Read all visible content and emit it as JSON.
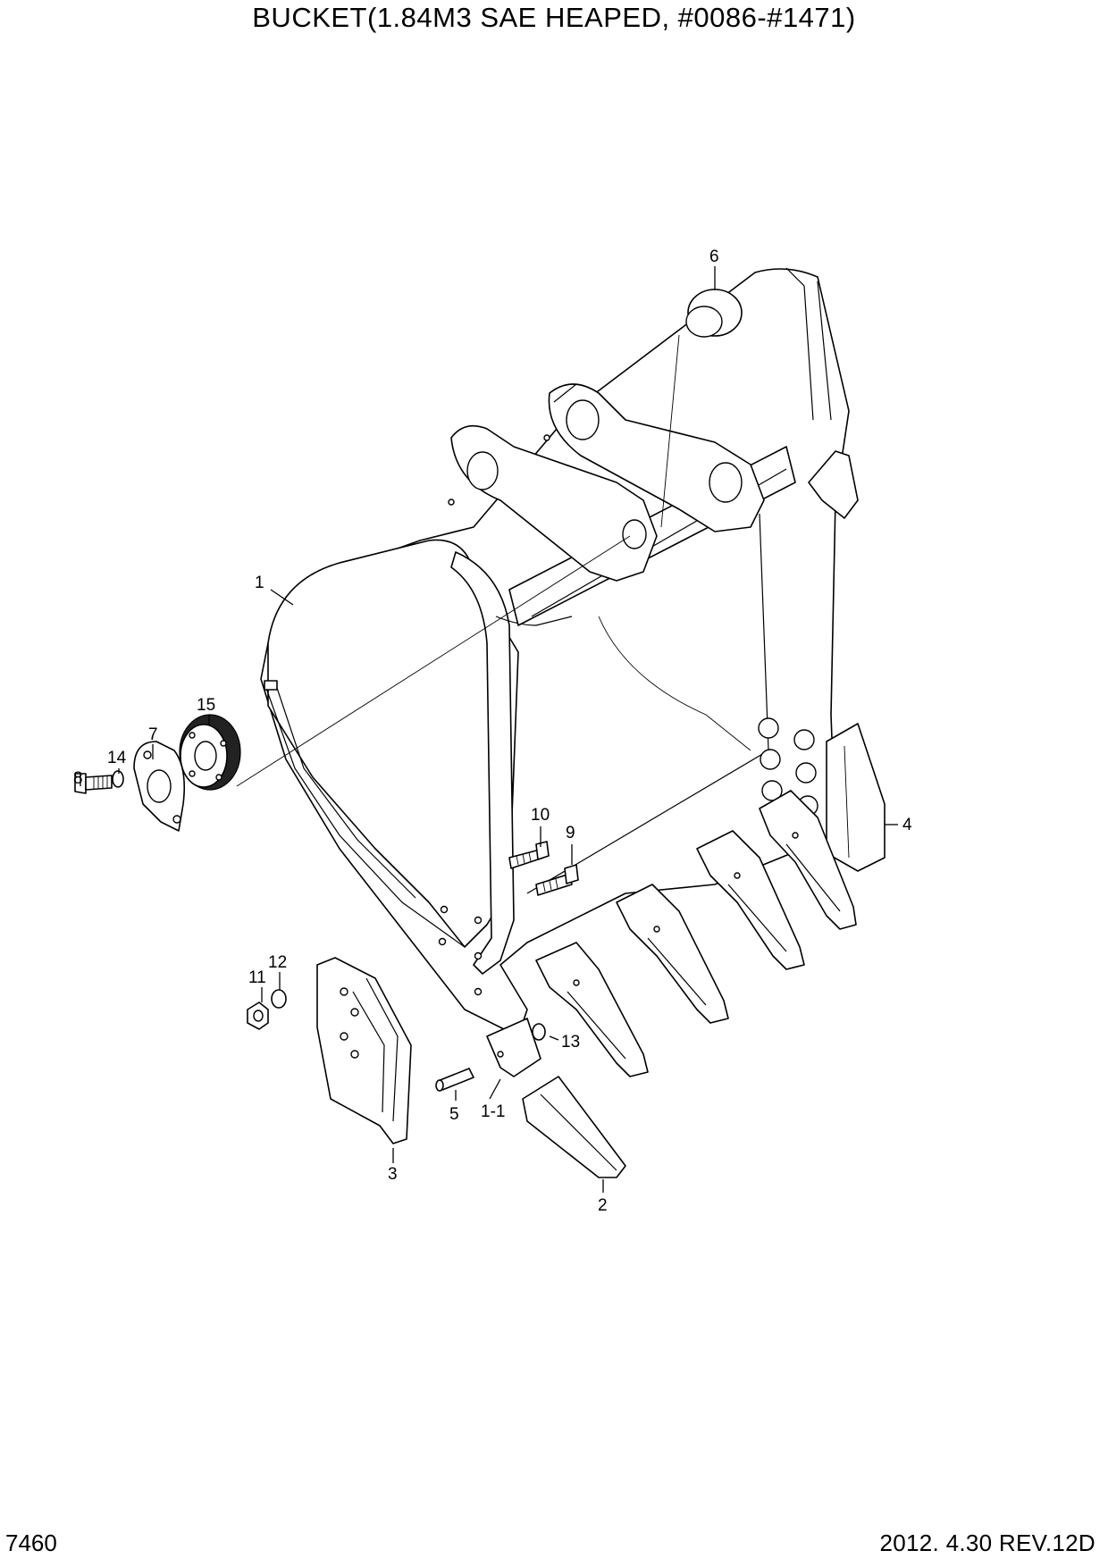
{
  "header": {
    "title": "BUCKET(1.84M3 SAE HEAPED, #0086-#1471)"
  },
  "footer": {
    "page_number": "7460",
    "revision": "2012. 4.30  REV.12D"
  },
  "callouts": [
    {
      "id": "c1",
      "label": "1"
    },
    {
      "id": "c1-1",
      "label": "1-1"
    },
    {
      "id": "c2",
      "label": "2"
    },
    {
      "id": "c3",
      "label": "3"
    },
    {
      "id": "c4",
      "label": "4"
    },
    {
      "id": "c5",
      "label": "5"
    },
    {
      "id": "c6",
      "label": "6"
    },
    {
      "id": "c7",
      "label": "7"
    },
    {
      "id": "c8",
      "label": "8"
    },
    {
      "id": "c9",
      "label": "9"
    },
    {
      "id": "c10",
      "label": "10"
    },
    {
      "id": "c11",
      "label": "11"
    },
    {
      "id": "c12",
      "label": "12"
    },
    {
      "id": "c13",
      "label": "13"
    },
    {
      "id": "c14",
      "label": "14"
    },
    {
      "id": "c15",
      "label": "15"
    }
  ]
}
